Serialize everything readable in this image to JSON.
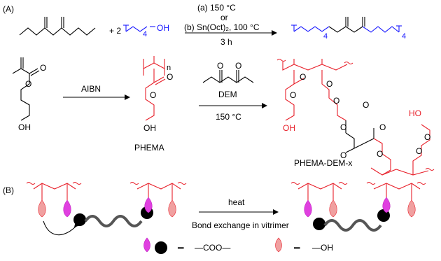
{
  "part_a_label": "(A)",
  "part_b_label": "(B)",
  "reaction1": {
    "coefficient": "+ 2",
    "subscript4": "4",
    "oh": "OH",
    "cond_a": "(a)  150 °C",
    "cond_or": "or",
    "cond_b": "(b) Sn(Oct)₂, 100 °C",
    "cond_time": "3 h"
  },
  "reaction2": {
    "initiator": "AIBN",
    "oh_monomer": "OH",
    "n_subscript": "n",
    "oh_polymer": "OH",
    "polymer_name": "PHEMA",
    "reagent": "DEM",
    "temperature": "150 °C",
    "product_name": "PHEMA-DEM-x",
    "o_label": "O",
    "ho_label": "HO"
  },
  "part_b": {
    "arrow_top": "heat",
    "arrow_bottom": "Bond exchange in vitrimer"
  },
  "legend": {
    "equals1": "═",
    "coo": "—COO—",
    "equals2": "═",
    "oh": "—OH"
  },
  "colors": {
    "blue": "#1a1aff",
    "red": "#e8202a",
    "pink": "#f0a0a0",
    "magenta": "#e040e0",
    "black": "#000000"
  }
}
